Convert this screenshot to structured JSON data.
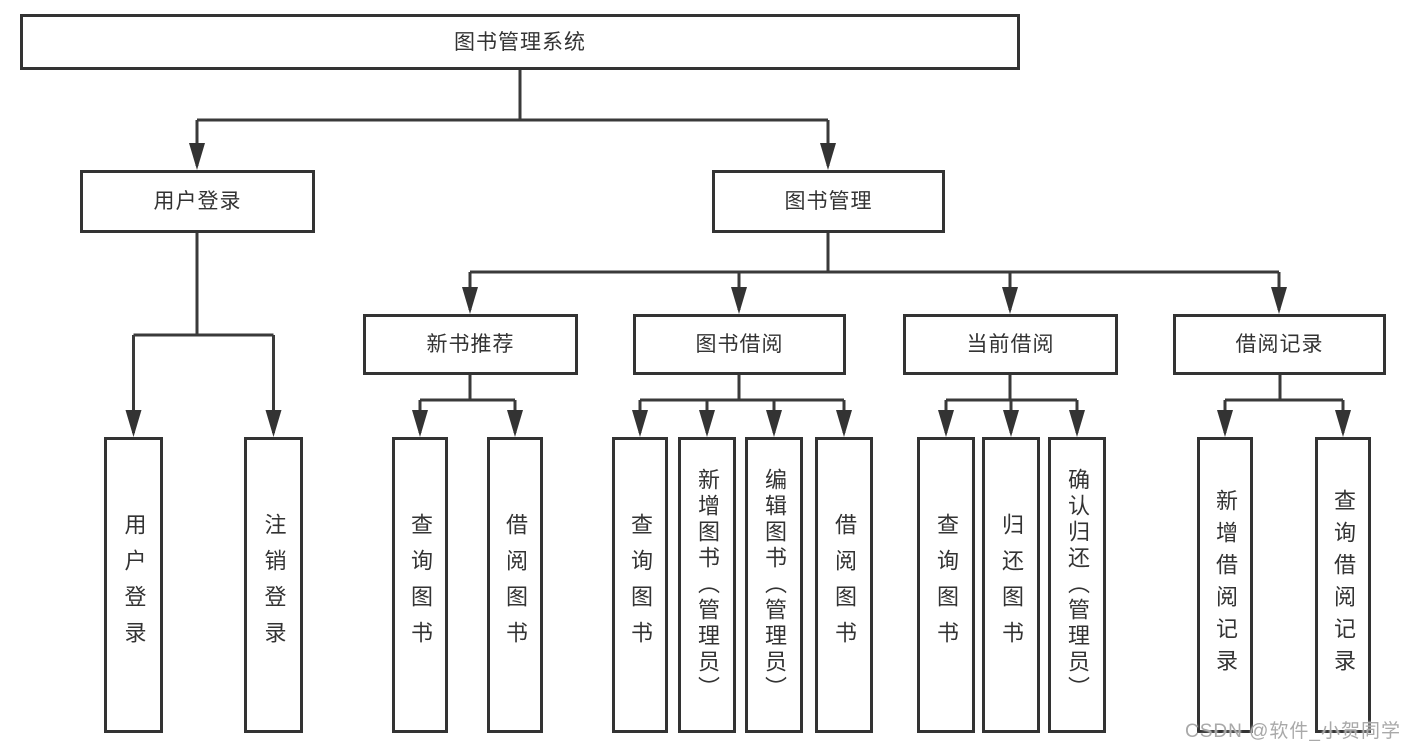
{
  "diagram": {
    "title": "图书管理系统",
    "colors": {
      "line": "#3a3a3a",
      "box_border": "#333333",
      "box_fill": "#ffffff",
      "text": "#333333",
      "watermark_text": "#a9a9a9"
    },
    "nodes": {
      "root": {
        "label": "图书管理系统"
      },
      "user_login": {
        "label": "用户登录"
      },
      "book_mgmt": {
        "label": "图书管理"
      },
      "new_book_rec": {
        "label": "新书推荐"
      },
      "book_borrow": {
        "label": "图书借阅"
      },
      "current_borrow": {
        "label": "当前借阅"
      },
      "borrow_record": {
        "label": "借阅记录"
      },
      "leaf_user_login": {
        "label": "用户登录"
      },
      "leaf_logout": {
        "label": "注销登录"
      },
      "leaf_nbr_query": {
        "label": "查询图书"
      },
      "leaf_nbr_borrow": {
        "label": "借阅图书"
      },
      "leaf_bb_query": {
        "label": "查询图书"
      },
      "leaf_bb_add": {
        "label": "新增图书（管理员）"
      },
      "leaf_bb_edit": {
        "label": "编辑图书（管理员）"
      },
      "leaf_bb_borrow": {
        "label": "借阅图书"
      },
      "leaf_cb_query": {
        "label": "查询图书"
      },
      "leaf_cb_return": {
        "label": "归还图书"
      },
      "leaf_cb_confirm": {
        "label": "确认归还（管理员）"
      },
      "leaf_br_add": {
        "label": "新增借阅记录"
      },
      "leaf_br_query": {
        "label": "查询借阅记录"
      }
    },
    "watermark": "CSDN @软件_小贺同学"
  }
}
